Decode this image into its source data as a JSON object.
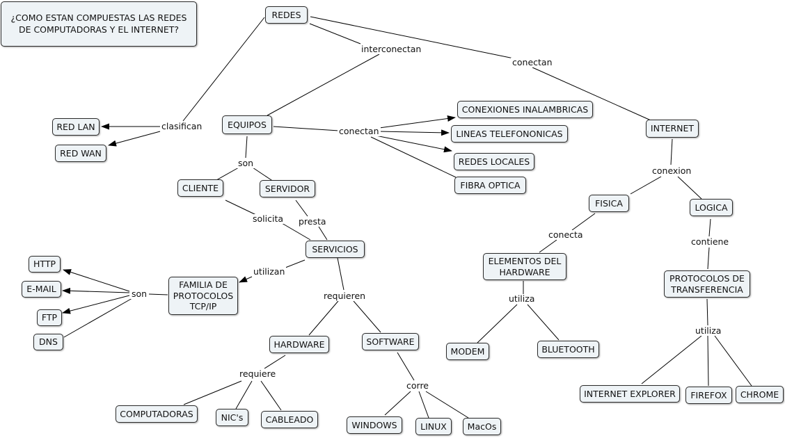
{
  "title": "¿COMO ESTAN COMPUESTAS LAS REDES\nDE COMPUTADORAS Y EL INTERNET?",
  "nodes": {
    "redes": "REDES",
    "red_lan": "RED LAN",
    "red_wan": "RED WAN",
    "equipos": "EQUIPOS",
    "internet": "INTERNET",
    "conexiones_inalambricas": "CONEXIONES INALAMBRICAS",
    "lineas_telefononicas": "LINEAS TELEFONONICAS",
    "redes_locales": "REDES LOCALES",
    "fibra_optica": "FIBRA OPTICA",
    "cliente": "CLIENTE",
    "servidor": "SERVIDOR",
    "servicios": "SERVICIOS",
    "http": "HTTP",
    "email": "E-MAIL",
    "ftp": "FTP",
    "dns": "DNS",
    "familia": "FAMILIA DE\nPROTOCOLOS\nTCP/IP",
    "hardware": "HARDWARE",
    "software": "SOFTWARE",
    "computadoras": "COMPUTADORAS",
    "nics": "NIC's",
    "cableado": "CABLEADO",
    "windows": "WINDOWS",
    "linux": "LINUX",
    "macos": "MacOs",
    "fisica": "FISICA",
    "logica": "LOGICA",
    "elementos": "ELEMENTOS DEL\nHARDWARE",
    "modem": "MODEM",
    "bluetooth": "BLUETOOTH",
    "protocolos": "PROTOCOLOS DE\nTRANSFERENCIA",
    "internet_explorer": "INTERNET EXPLORER",
    "firefox": "FIREFOX",
    "chrome": "CHROME"
  },
  "links": {
    "interconectan": "interconectan",
    "conectan_redes": "conectan",
    "clasifican": "clasifican",
    "conectan_equipos": "conectan",
    "son_equipos": "son",
    "solicita": "solicita",
    "presta": "presta",
    "utilizan": "utilizan",
    "son_protocolos": "son",
    "requieren": "requieren",
    "requiere": "requiere",
    "corre": "corre",
    "conexion": "conexion",
    "conecta": "conecta",
    "contiene": "contiene",
    "utiliza_hardware": "utiliza",
    "utiliza_protocolos": "utiliza"
  }
}
